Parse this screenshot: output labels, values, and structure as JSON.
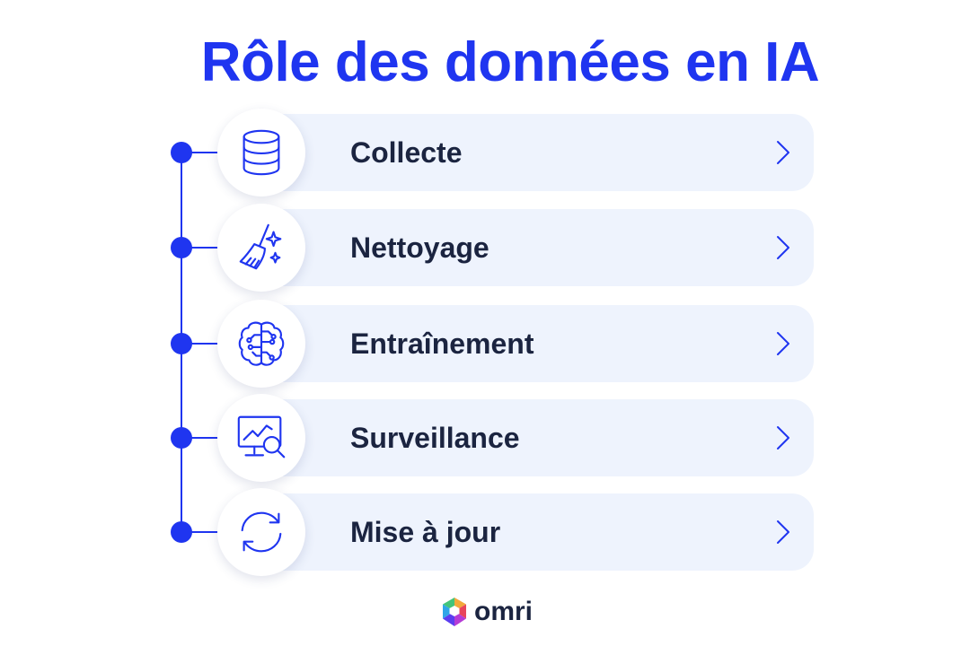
{
  "title": "Rôle des données en IA",
  "steps": [
    {
      "label": "Collecte",
      "icon": "database-icon"
    },
    {
      "label": "Nettoyage",
      "icon": "broom-sparkles-icon"
    },
    {
      "label": "Entraînement",
      "icon": "brain-circuit-icon"
    },
    {
      "label": "Surveillance",
      "icon": "monitor-chart-search-icon"
    },
    {
      "label": "Mise à jour",
      "icon": "refresh-icon"
    }
  ],
  "logo": {
    "text": "omri"
  },
  "colors": {
    "accent": "#1f35f0",
    "card_bg": "#eef3fd",
    "text": "#1b2440"
  }
}
